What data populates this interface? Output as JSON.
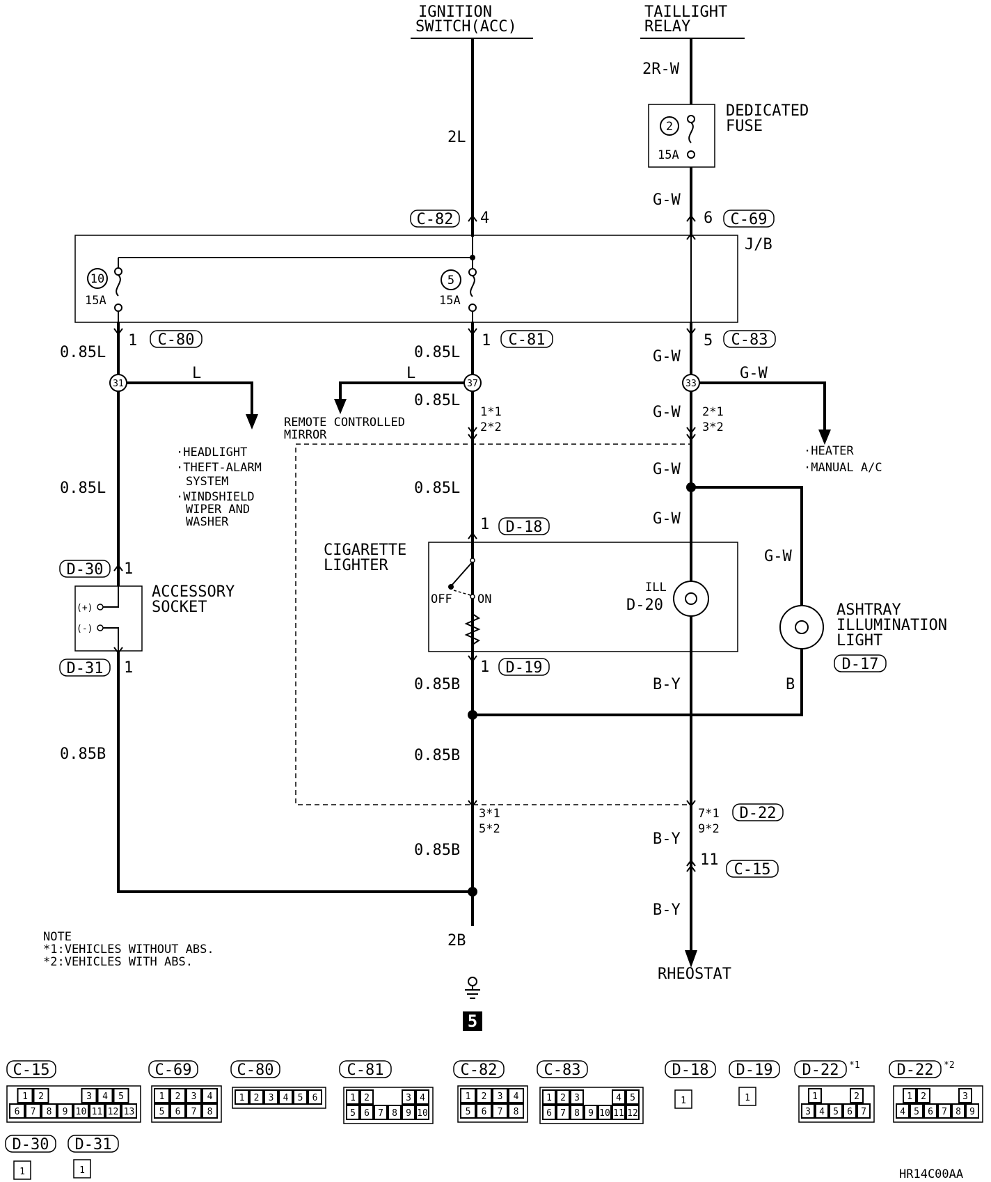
{
  "sources": {
    "ignition": [
      "IGNITION",
      "SWITCH(ACC)"
    ],
    "taillight": [
      "TAILLIGHT",
      "RELAY"
    ]
  },
  "wires": {
    "w_2rw": "2R-W",
    "w_2l": "2L",
    "w_gw_a": "G-W",
    "w_085l_a": "0.85L",
    "w_085l_b": "0.85L",
    "w_gw_b": "G-W",
    "w_l_a": "L",
    "w_l_b": "L",
    "w_gw_c": "G-W",
    "w_085l_c": "0.85L",
    "w_gw_d": "G-W",
    "w_085l_d": "0.85L",
    "w_gw_e": "G-W",
    "w_085l_e": "0.85L",
    "w_gw_f": "G-W",
    "w_gw_g": "G-W",
    "w_085b_a": "0.85B",
    "w_by_a": "B-Y",
    "w_b": "B",
    "w_085b_b": "0.85B",
    "w_085b_c": "0.85B",
    "w_by_b": "B-Y",
    "w_085b_d": "0.85B",
    "w_by_c": "B-Y",
    "w_2b": "2B"
  },
  "fuses": {
    "dedicated": {
      "num": "2",
      "rating": "15A",
      "label": [
        "DEDICATED",
        "FUSE"
      ]
    },
    "f10": {
      "num": "10",
      "rating": "15A"
    },
    "f5": {
      "num": "5",
      "rating": "15A"
    }
  },
  "connectors": {
    "c82": "C-82",
    "c69": "C-69",
    "c80": "C-80",
    "c81": "C-81",
    "c83": "C-83",
    "d18": "D-18",
    "d19": "D-19",
    "d30": "D-30",
    "d31": "D-31",
    "d17": "D-17",
    "d22": "D-22",
    "c15": "C-15"
  },
  "pins": {
    "p4": "4",
    "p6": "6",
    "p1a": "1",
    "p1b": "1",
    "p5": "5",
    "p12a": "1*1",
    "p12b": "2*2",
    "p23a": "2*1",
    "p23b": "3*2",
    "pd18": "1",
    "pd19": "1",
    "pd30": "1",
    "pd31": "1",
    "p35a": "3*1",
    "p35b": "5*2",
    "p79a": "7*1",
    "p79b": "9*2",
    "p11": "11"
  },
  "junctions": {
    "j31": "31",
    "j37": "37",
    "j33": "33"
  },
  "jb_label": "J/B",
  "destinations": {
    "left": [
      "·HEADLIGHT",
      "·THEFT-ALARM",
      "SYSTEM",
      "·WINDSHIELD",
      "WIPER AND",
      "WASHER"
    ],
    "mirror": [
      "REMOTE CONTROLLED",
      "MIRROR"
    ],
    "right": [
      "·HEATER",
      "·MANUAL A/C"
    ],
    "rheostat": "RHEOSTAT"
  },
  "components": {
    "cigarette": [
      "CIGARETTE",
      "LIGHTER"
    ],
    "off": "OFF",
    "on": "ON",
    "ill": "ILL",
    "d20": "D-20",
    "accessory": [
      "ACCESSORY",
      "SOCKET"
    ],
    "plus": "(+)",
    "minus": "(-)",
    "ashtray": [
      "ASHTRAY",
      "ILLUMINATION",
      "LIGHT"
    ]
  },
  "note": [
    "NOTE",
    "*1:VEHICLES WITHOUT ABS.",
    "*2:VEHICLES WITH ABS."
  ],
  "ground": "5",
  "legend": {
    "c15": {
      "id": "C-15",
      "rows": [
        [
          "1",
          "2",
          "",
          "",
          "3",
          "4",
          "5"
        ],
        [
          "6",
          "7",
          "8",
          "9",
          "10",
          "11",
          "12",
          "13"
        ]
      ]
    },
    "c69": {
      "id": "C-69",
      "rows": [
        [
          "1",
          "2",
          "3",
          "4"
        ],
        [
          "5",
          "6",
          "7",
          "8"
        ]
      ]
    },
    "c80": {
      "id": "C-80",
      "rows": [
        [
          "1",
          "2",
          "3",
          "4",
          "5",
          "6"
        ]
      ]
    },
    "c81": {
      "id": "C-81",
      "rows": [
        [
          "1",
          "2",
          "",
          "",
          "3",
          "4"
        ],
        [
          "5",
          "6",
          "7",
          "8",
          "9",
          "10"
        ]
      ]
    },
    "c82": {
      "id": "C-82",
      "rows": [
        [
          "1",
          "2",
          "3",
          "4"
        ],
        [
          "5",
          "6",
          "7",
          "8"
        ]
      ]
    },
    "c83": {
      "id": "C-83",
      "rows": [
        [
          "1",
          "2",
          "3",
          "",
          "",
          "4",
          "5"
        ],
        [
          "6",
          "7",
          "8",
          "9",
          "10",
          "11",
          "12"
        ]
      ]
    },
    "d18": {
      "id": "D-18",
      "pin": "1"
    },
    "d19": {
      "id": "D-19",
      "pin": "1"
    },
    "d22a": {
      "id": "D-22",
      "star": "*1",
      "rows": [
        [
          "1",
          "",
          "",
          "2"
        ],
        [
          "3",
          "4",
          "5",
          "6",
          "7"
        ]
      ]
    },
    "d22b": {
      "id": "D-22",
      "star": "*2",
      "rows": [
        [
          "1",
          "2",
          "",
          "",
          "3"
        ],
        [
          "4",
          "5",
          "6",
          "7",
          "8",
          "9"
        ]
      ]
    },
    "d30": {
      "id": "D-30",
      "pin": "1"
    },
    "d31": {
      "id": "D-31",
      "pin": "1"
    }
  },
  "code": "HR14C00AA"
}
